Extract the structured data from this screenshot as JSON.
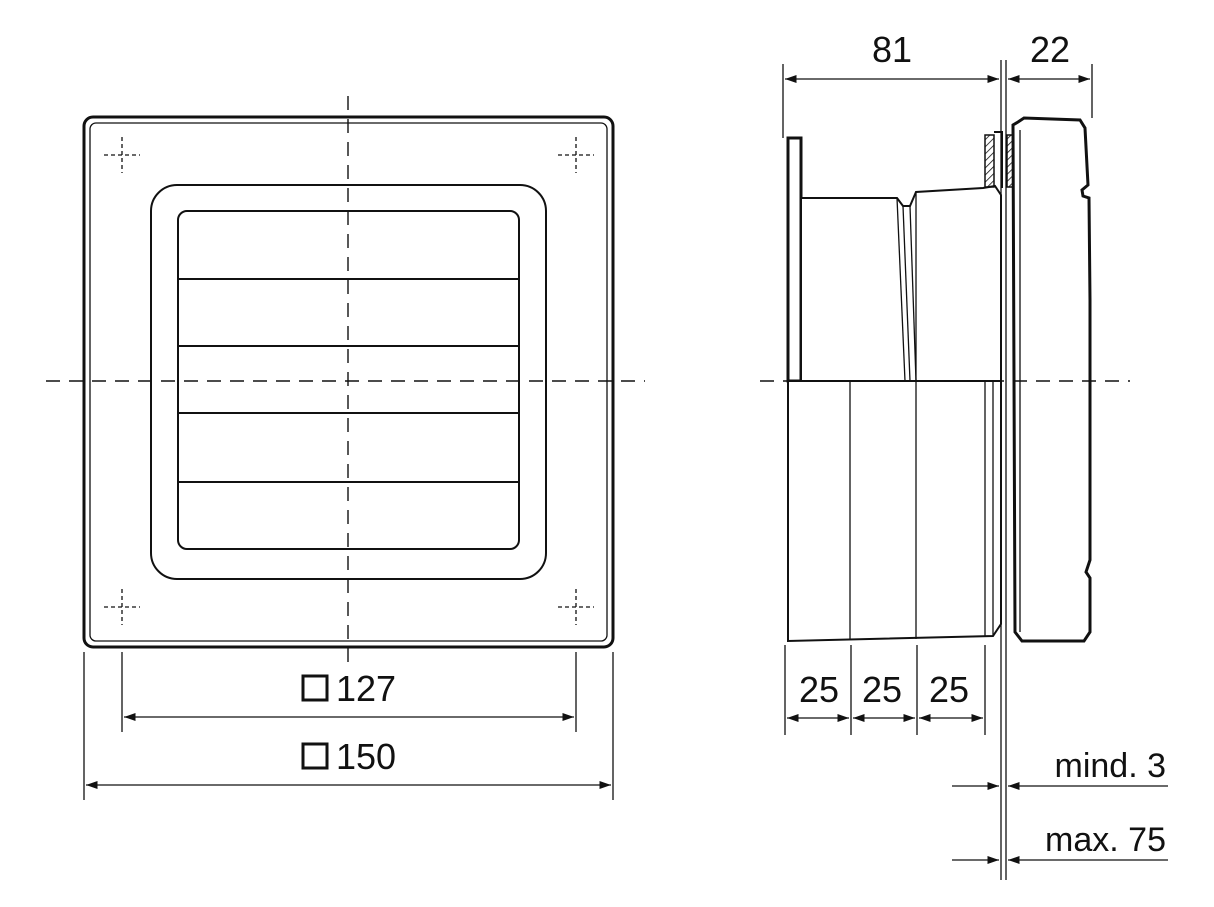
{
  "front_view": {
    "dimensions": {
      "inner": {
        "symbol": "□",
        "value": "127"
      },
      "outer": {
        "symbol": "□",
        "value": "150"
      }
    }
  },
  "side_view": {
    "dimensions": {
      "depth": "81",
      "cover": "22",
      "seg1": "25",
      "seg2": "25",
      "seg3": "25",
      "wall_min": "mind. 3",
      "wall_max": "max. 75"
    }
  },
  "colors": {
    "line": "#111111",
    "background": "#ffffff",
    "hatch": "#111111"
  }
}
